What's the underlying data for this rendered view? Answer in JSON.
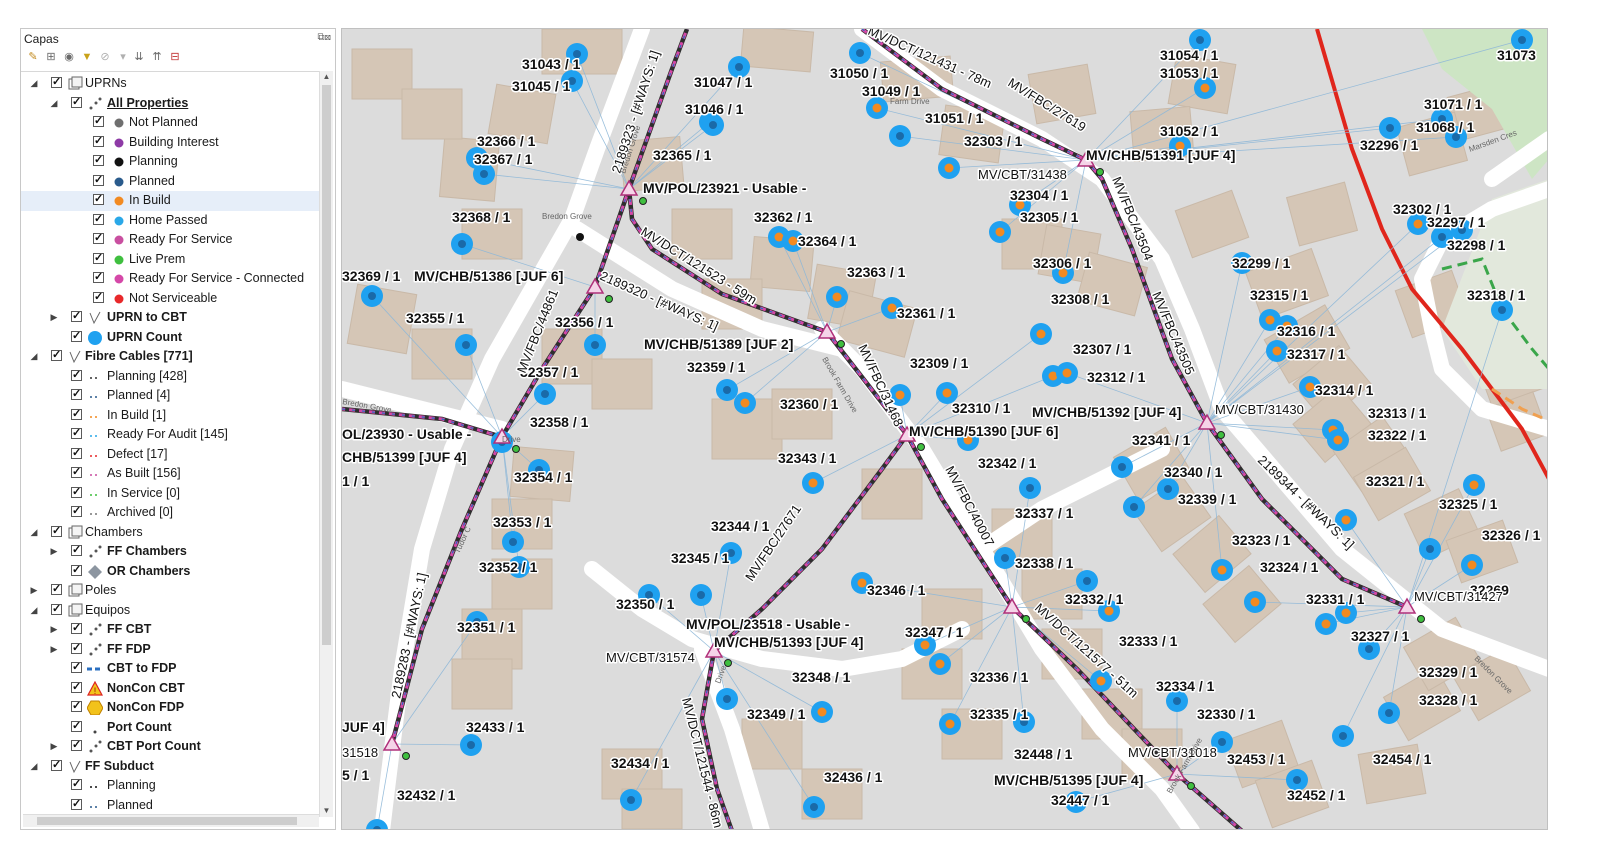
{
  "panel": {
    "title": "Capas",
    "tree": [
      {
        "label": "UPRNs",
        "level": 0,
        "expander": "open",
        "symbol": "group",
        "bold": false
      },
      {
        "label": "All Properties",
        "level": 1,
        "expander": "open",
        "symbol": "dots",
        "bold": true,
        "underline": true
      },
      {
        "label": "Not Planned",
        "level": 2,
        "symbol": "dot",
        "color": "#6f6f6f"
      },
      {
        "label": "Building Interest",
        "level": 2,
        "symbol": "dot",
        "color": "#8e3aa6"
      },
      {
        "label": "Planning",
        "level": 2,
        "symbol": "dot",
        "color": "#111111"
      },
      {
        "label": "Planned",
        "level": 2,
        "symbol": "dot",
        "color": "#2a5b8c"
      },
      {
        "label": "In Build",
        "level": 2,
        "symbol": "dot",
        "color": "#f28a21",
        "selected": true
      },
      {
        "label": "Home Passed",
        "level": 2,
        "symbol": "dot",
        "color": "#2aa8e8"
      },
      {
        "label": "Ready For Service",
        "level": 2,
        "symbol": "dot",
        "color": "#c94fa0"
      },
      {
        "label": "Live Prem",
        "level": 2,
        "symbol": "dot",
        "color": "#3fbf3f"
      },
      {
        "label": "Ready For Service - Connected",
        "level": 2,
        "symbol": "dot",
        "color": "#d548a8"
      },
      {
        "label": "Not Serviceable",
        "level": 2,
        "symbol": "dot",
        "color": "#e8282a"
      },
      {
        "label": "UPRN to CBT",
        "level": 1,
        "expander": "closed",
        "symbol": "line-thin",
        "bold": true
      },
      {
        "label": "UPRN Count",
        "level": 1,
        "symbol": "big-dot",
        "color": "#1fa1f0",
        "bold": true
      },
      {
        "label": "Fibre Cables [771]",
        "level": 0,
        "expander": "open",
        "symbol": "line-thin",
        "bold": true
      },
      {
        "label": "Planning [428]",
        "level": 1,
        "symbol": "dash",
        "color": "#333333"
      },
      {
        "label": "Planned [4]",
        "level": 1,
        "symbol": "dash",
        "color": "#2a5b8c"
      },
      {
        "label": "In Build [1]",
        "level": 1,
        "symbol": "dash",
        "color": "#f28a21"
      },
      {
        "label": "Ready For Audit [145]",
        "level": 1,
        "symbol": "dash",
        "color": "#2aa8e8"
      },
      {
        "label": "Defect [17]",
        "level": 1,
        "symbol": "dash",
        "color": "#e8282a"
      },
      {
        "label": "As Built [156]",
        "level": 1,
        "symbol": "dash",
        "color": "#c94fa0"
      },
      {
        "label": "In Service [0]",
        "level": 1,
        "symbol": "dash",
        "color": "#3fbf3f"
      },
      {
        "label": "Archived [0]",
        "level": 1,
        "symbol": "dash",
        "color": "#777777"
      },
      {
        "label": "Chambers",
        "level": 0,
        "expander": "open",
        "symbol": "group"
      },
      {
        "label": "FF Chambers",
        "level": 1,
        "expander": "closed",
        "symbol": "dots",
        "bold": true
      },
      {
        "label": "OR Chambers",
        "level": 1,
        "symbol": "diamond",
        "color": "#8c95a0",
        "bold": true
      },
      {
        "label": "Poles",
        "level": 0,
        "expander": "closed",
        "symbol": "group"
      },
      {
        "label": "Equipos",
        "level": 0,
        "expander": "open",
        "symbol": "group"
      },
      {
        "label": "FF CBT",
        "level": 1,
        "expander": "closed",
        "symbol": "dots",
        "bold": true
      },
      {
        "label": "FF FDP",
        "level": 1,
        "expander": "closed",
        "symbol": "dots",
        "bold": true
      },
      {
        "label": "CBT to FDP",
        "level": 1,
        "symbol": "dash-thick",
        "color": "#2a6fc0",
        "bold": true
      },
      {
        "label": "NonCon CBT",
        "level": 1,
        "symbol": "warn",
        "color": "#f2c21b",
        "bold": true
      },
      {
        "label": "NonCon FDP",
        "level": 1,
        "symbol": "hex",
        "color": "#f2c21b",
        "bold": true
      },
      {
        "label": "Port Count",
        "level": 1,
        "symbol": "tiny",
        "bold": true
      },
      {
        "label": "CBT Port Count",
        "level": 1,
        "expander": "closed",
        "symbol": "dots",
        "bold": true
      },
      {
        "label": "FF Subduct",
        "level": 0,
        "expander": "open",
        "symbol": "line-thin",
        "bold": true
      },
      {
        "label": "Planning",
        "level": 1,
        "symbol": "dash",
        "color": "#111111"
      },
      {
        "label": "Planned",
        "level": 1,
        "symbol": "dash",
        "color": "#2a5b8c"
      }
    ]
  },
  "map": {
    "uprns": [
      {
        "label": "31043 / 1",
        "dot": "blue"
      },
      {
        "label": "31045 / 1",
        "dot": "blue"
      },
      {
        "label": "31047 / 1",
        "dot": "blue"
      },
      {
        "label": "31046 / 1",
        "dot": "blue"
      },
      {
        "label": "31050 / 1",
        "dot": "blue"
      },
      {
        "label": "31049 / 1",
        "dot": "orange"
      },
      {
        "label": "31051 / 1",
        "dot": "blue"
      },
      {
        "label": "32303 / 1",
        "dot": "orange"
      },
      {
        "label": "31054 / 1",
        "dot": "blue"
      },
      {
        "label": "31053 / 1",
        "dot": "orange"
      },
      {
        "label": "31052 / 1",
        "dot": "orange"
      },
      {
        "label": "31073",
        "dot": "blue"
      },
      {
        "label": "31071 / 1",
        "dot": "blue"
      },
      {
        "label": "31068 / 1",
        "dot": "blue"
      },
      {
        "label": "32296 / 1",
        "dot": "blue"
      },
      {
        "label": "32366 / 1",
        "dot": "blue"
      },
      {
        "label": "32367 / 1",
        "dot": "blue"
      },
      {
        "label": "32365 / 1",
        "dot": "blue"
      },
      {
        "label": "32368 / 1",
        "dot": "blue"
      },
      {
        "label": "32362 / 1",
        "dot": "orange"
      },
      {
        "label": "32364 / 1",
        "dot": "orange"
      },
      {
        "label": "32363 / 1",
        "dot": "orange"
      },
      {
        "label": "32304 / 1",
        "dot": "orange"
      },
      {
        "label": "32305 / 1",
        "dot": "orange"
      },
      {
        "label": "32302 / 1",
        "dot": "orange"
      },
      {
        "label": "32306 / 1",
        "dot": "orange"
      },
      {
        "label": "32299 / 1",
        "dot": "blue"
      },
      {
        "label": "32297 / 1",
        "dot": "blue"
      },
      {
        "label": "32298 / 1",
        "dot": "blue"
      },
      {
        "label": "32318 / 1",
        "dot": "blue"
      },
      {
        "label": "32369 / 1",
        "dot": "blue"
      },
      {
        "label": "32355 / 1",
        "dot": "blue"
      },
      {
        "label": "32356 / 1",
        "dot": "blue"
      },
      {
        "label": "32308 / 1",
        "dot": "orange"
      },
      {
        "label": "32315 / 1",
        "dot": "orange"
      },
      {
        "label": "32361 / 1",
        "dot": "orange"
      },
      {
        "label": "32316 / 1",
        "dot": "orange"
      },
      {
        "label": "32307 / 1",
        "dot": "orange"
      },
      {
        "label": "32317 / 1",
        "dot": "orange"
      },
      {
        "label": "32357 / 1",
        "dot": "blue"
      },
      {
        "label": "32359 / 1",
        "dot": "blue"
      },
      {
        "label": "32309 / 1",
        "dot": "orange"
      },
      {
        "label": "32312 / 1",
        "dot": "orange"
      },
      {
        "label": "32314 / 1",
        "dot": "orange"
      },
      {
        "label": "32360 / 1",
        "dot": "orange"
      },
      {
        "label": "32310 / 1",
        "dot": "orange"
      },
      {
        "label": "32313 / 1",
        "dot": "orange"
      },
      {
        "label": "32358 / 1",
        "dot": "blue"
      },
      {
        "label": "32341 / 1",
        "dot": "blue"
      },
      {
        "label": "32322 / 1",
        "dot": "orange"
      },
      {
        "label": "32340 / 1",
        "dot": "blue"
      },
      {
        "label": "32321 / 1",
        "dot": "orange"
      },
      {
        "label": "32342 / 1",
        "dot": "orange"
      },
      {
        "label": "32343 / 1",
        "dot": "orange"
      },
      {
        "label": "32354 / 1",
        "dot": "blue"
      },
      {
        "label": "32339 / 1",
        "dot": "blue"
      },
      {
        "label": "32325 / 1",
        "dot": "orange"
      },
      {
        "label": "32337 / 1",
        "dot": "blue"
      },
      {
        "label": "32326 / 1",
        "dot": "orange"
      },
      {
        "label": "32353 / 1",
        "dot": "blue"
      },
      {
        "label": "32344 / 1",
        "dot": "blue"
      },
      {
        "label": "32323 / 1",
        "dot": "orange"
      },
      {
        "label": "32345 / 1",
        "dot": "blue"
      },
      {
        "label": "32338 / 1",
        "dot": "blue"
      },
      {
        "label": "32324 / 1",
        "dot": "orange"
      },
      {
        "label": "32352 / 1",
        "dot": "blue"
      },
      {
        "label": "32346 / 1",
        "dot": "orange"
      },
      {
        "label": "32331 / 1",
        "dot": "orange"
      },
      {
        "label": "32350 / 1",
        "dot": "blue"
      },
      {
        "label": "32332 / 1",
        "dot": "blue"
      },
      {
        "label": "32351 / 1",
        "dot": "blue"
      },
      {
        "label": "32347 / 1",
        "dot": "orange"
      },
      {
        "label": "32327 / 1",
        "dot": "orange"
      },
      {
        "label": "32333 / 1",
        "dot": "orange"
      },
      {
        "label": "32329 / 1",
        "dot": "blue"
      },
      {
        "label": "32348 / 1",
        "dot": "orange"
      },
      {
        "label": "32336 / 1",
        "dot": "orange"
      },
      {
        "label": "32334 / 1",
        "dot": "orange"
      },
      {
        "label": "32328 / 1",
        "dot": "blue"
      },
      {
        "label": "32433 / 1",
        "dot": "blue"
      },
      {
        "label": "32349 / 1",
        "dot": "blue"
      },
      {
        "label": "32335 / 1",
        "dot": "orange"
      },
      {
        "label": "32330 / 1",
        "dot": "blue"
      },
      {
        "label": "32448 / 1",
        "dot": "blue"
      },
      {
        "label": "32453 / 1",
        "dot": "blue"
      },
      {
        "label": "32454 / 1",
        "dot": "blue"
      },
      {
        "label": "32434 / 1",
        "dot": "blue"
      },
      {
        "label": "32436 / 1",
        "dot": "blue"
      },
      {
        "label": "32447 / 1",
        "dot": "blue"
      },
      {
        "label": "32452 / 1",
        "dot": "blue"
      },
      {
        "label": "32432 / 1",
        "dot": "blue"
      },
      {
        "label": "32269",
        "dot": "blue"
      }
    ],
    "edge_labels": [
      "5 / 1",
      "1 / 1"
    ],
    "equipment_labels": [
      "MV/CHB/51391 [JUF 4]",
      "MV/CBT/31438",
      "MV/POL/23921 - Usable -",
      "MV/CHB/51386 [JUF 6]",
      "MV/CHB/51389 [JUF 2]",
      "MV/CHB/51392 [JUF 4]",
      "MV/CBT/31430",
      "MV/CHB/51390 [JUF 6]",
      "OL/23930 - Usable -",
      "CHB/51399 [JUF 4]",
      "MV/CBT/31427",
      "MV/POL/23518 - Usable -",
      "MV/CHB/51393 [JUF 4]",
      "MV/CBT/31574",
      "MV/CBT/31018",
      "MV/CHB/51395 [JUF 4]",
      "JUF 4]",
      "31518"
    ],
    "cable_labels": [
      "2189323 - [#WAYS: 1]",
      "MV/DCT/121431 - 78m",
      "MV/FBC/27619",
      "MV/DCT/121523 - 59m",
      "2189320 - [#WAYS: 1]",
      "MV/FBC/44861",
      "MV/FBC/31468",
      "MV/FBC/43504",
      "MV/FBC/43505",
      "MV/FBC/40007",
      "MV/FBC/27671",
      "2189344 - [#WAYS: 1]",
      "MV/DCT/121577 - 51m",
      "2189283 - [#WAYS: 1]",
      "MV/DCT/121544 - 86m"
    ],
    "street_labels": [
      "Bredon Grove",
      "Farm Drive",
      "Bredon Grove",
      "Brook Farm Drive",
      "Marsden Cres",
      "Bredon Grove",
      "Tudor C",
      "Drive",
      "Brook Farm Drive",
      "Bredon Grove",
      "Drive"
    ],
    "colors": {
      "background": "#dcdcdc",
      "building": "#d5c6b6",
      "road": "#ffffff",
      "uprn_blue": "#1fa1f0",
      "uprn_orange": "#f28a21",
      "cable_pink": "#d548a8",
      "cable_blue": "#2a6fc0",
      "rail": "#e0261c",
      "park": "#cde5c4"
    }
  }
}
